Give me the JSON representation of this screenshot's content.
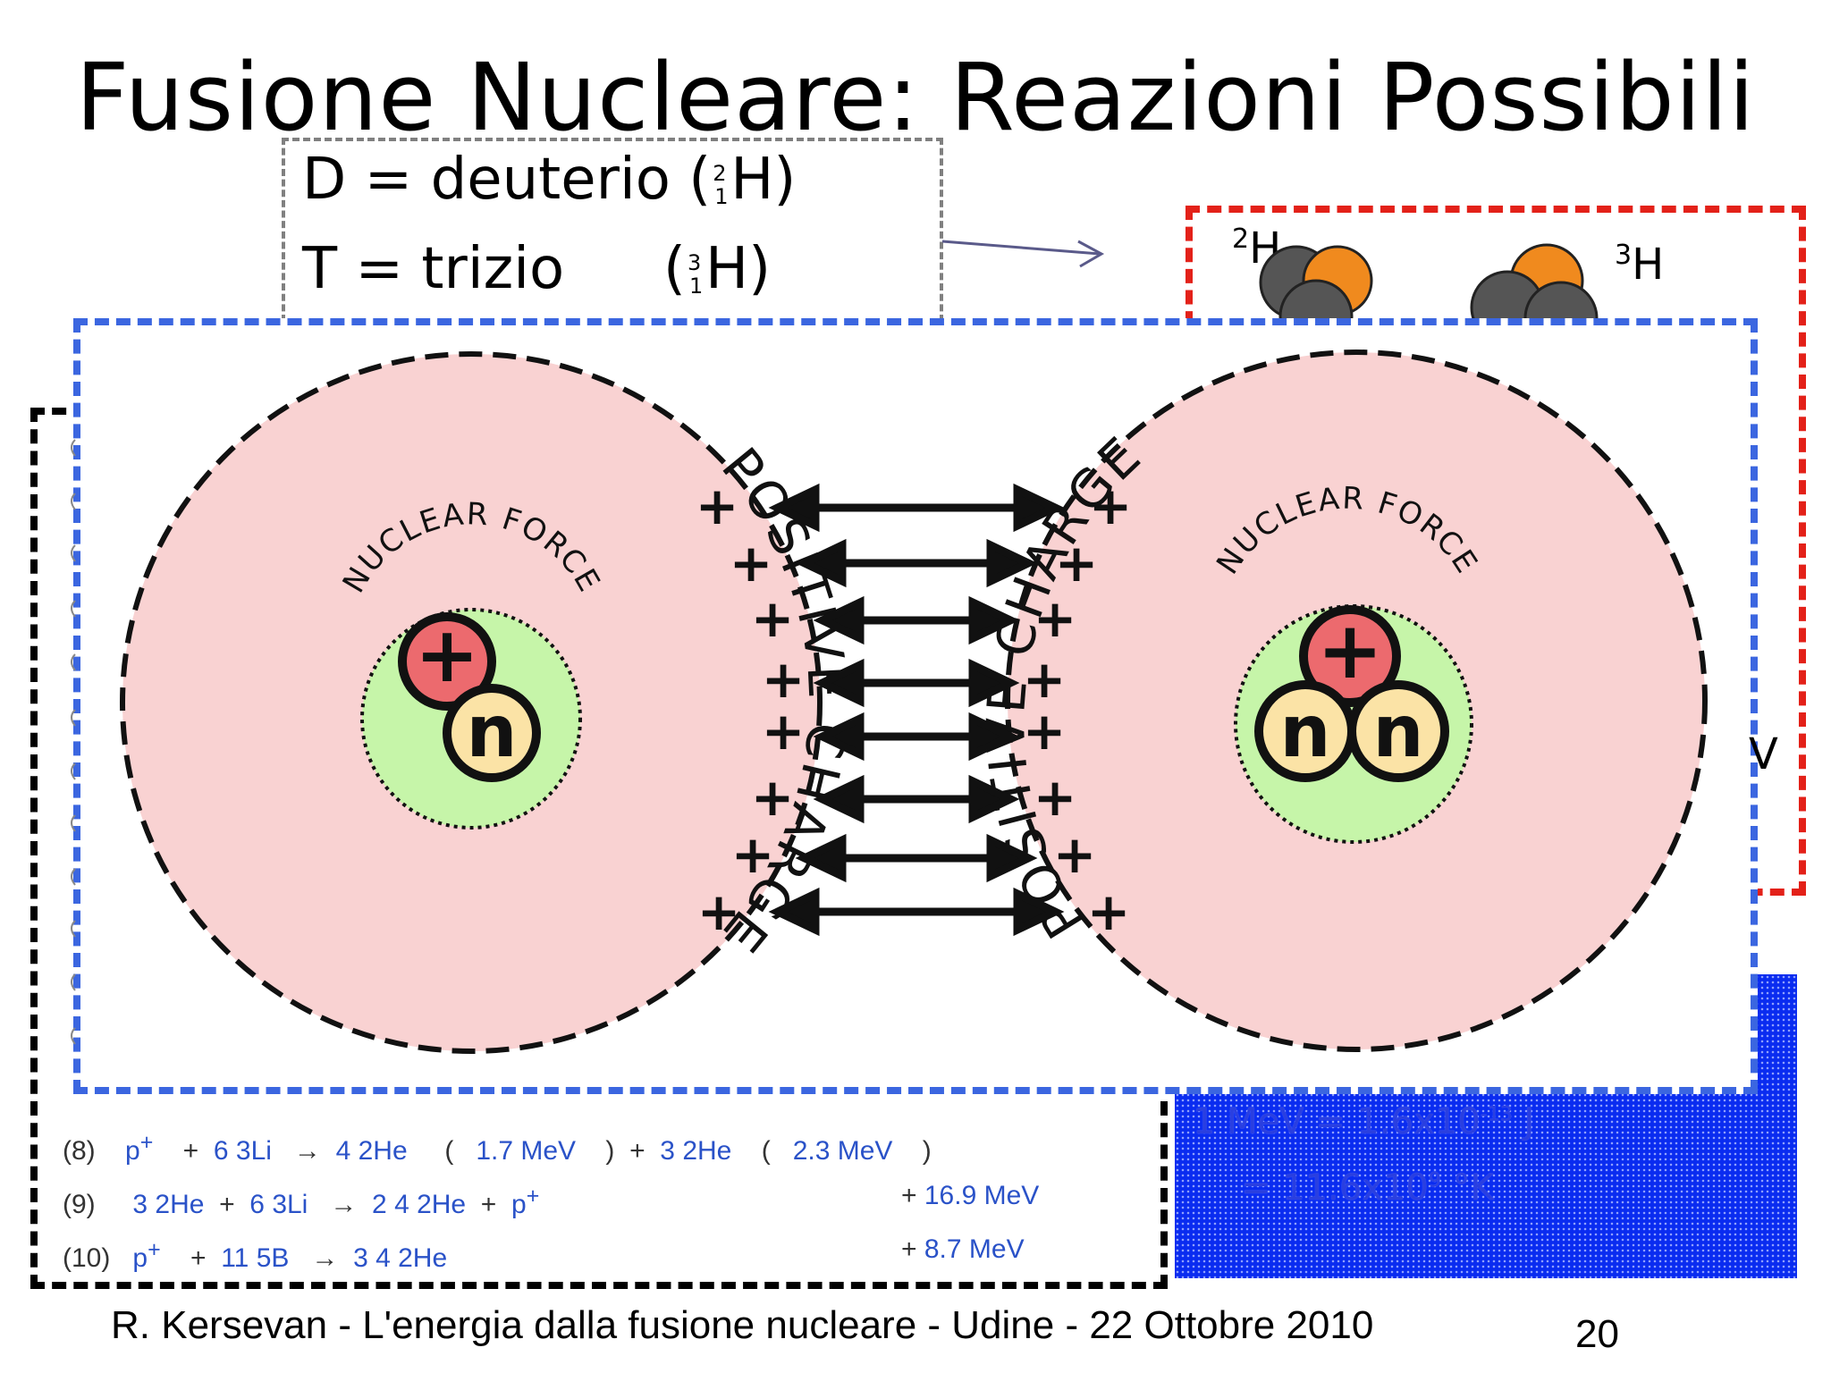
{
  "title": "Fusione Nucleare: Reazioni Possibili",
  "definitions": {
    "d_prefix": "D = deuterio (",
    "d_mass": "2",
    "d_z": "1",
    "d_suffix": "H)",
    "t_prefix": "T = trizio",
    "t_paren": "(",
    "t_mass": "3",
    "t_z": "1",
    "t_suffix": "H)"
  },
  "isotopes": {
    "h2": {
      "mass": "2",
      "symbol": "H"
    },
    "h3": {
      "mass": "3",
      "symbol": "H"
    },
    "colors": {
      "proton": "#f08a1e",
      "neutron": "#555555"
    }
  },
  "diagram": {
    "left_nucleus": {
      "force_label": "NUCLEAR FORCE",
      "charge_label": "POSITIVE CHARGE",
      "proton": "+",
      "neutrons": [
        "n"
      ]
    },
    "right_nucleus": {
      "force_label": "NUCLEAR FORCE",
      "charge_label": "POSITIVE CHARGE",
      "proton": "+",
      "neutrons": [
        "n",
        "n"
      ]
    },
    "colors": {
      "cloud": "#f9d2d2",
      "core": "#c6f5a9",
      "proton": "#ec6a6e",
      "neutron": "#fbe3a6"
    }
  },
  "reactions": [
    {
      "num": "(8)",
      "parts": [
        "p",
        "+",
        " 6 3Li ",
        "→",
        " 4 2He ",
        "(",
        "1.7 MeV",
        ")",
        "+",
        " 3 2He ",
        "(",
        "2.3 MeV",
        ")"
      ]
    },
    {
      "num": "(9)",
      "parts": [
        "3 2He",
        "+",
        "6 3Li",
        "→",
        "2 4 2He",
        "+",
        "p"
      ],
      "energy": "16.9 MeV"
    },
    {
      "num": "(10)",
      "parts": [
        "p",
        "+",
        "11 5B",
        "→",
        "3 4 2He"
      ],
      "energy": "8.7 MeV"
    }
  ],
  "conversion": {
    "line1": "1 MeV = 1.6x10",
    "line1_exp": "-13",
    "line1_unit": "J",
    "line2": "= 11.6x10",
    "line2_exp": "9",
    "line2_unit": "°K"
  },
  "footer": {
    "text": "R. Kersevan - L'energia dalla fusione nucleare - Udine - 22 Ottobre 2010",
    "page": "20"
  },
  "colors": {
    "red_box": "#e32119",
    "blue_box": "#3b66e0",
    "navy_panel": "#0a2cf0"
  }
}
